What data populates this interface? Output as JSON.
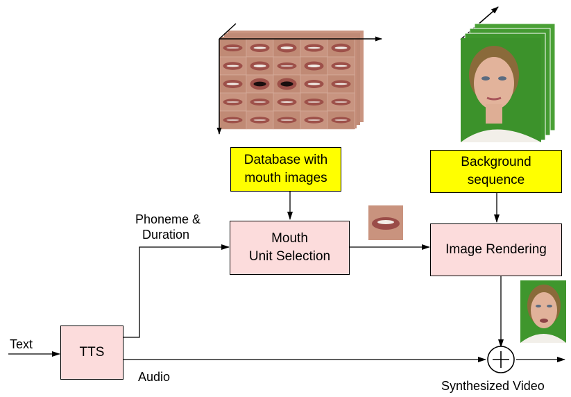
{
  "boxes": {
    "database": {
      "line1": "Database with",
      "line2": "mouth images"
    },
    "background": {
      "line1": "Background",
      "line2": "sequence"
    },
    "mouth": {
      "line1": "Mouth",
      "line2": "Unit Selection"
    },
    "rendering": {
      "label": "Image Rendering"
    },
    "tts": {
      "label": "TTS"
    }
  },
  "labels": {
    "text_input": "Text",
    "phoneme_line1": "Phoneme &",
    "phoneme_line2": "Duration",
    "audio": "Audio",
    "synthesized_video": "Synthesized Video"
  },
  "colors": {
    "process_box": "#fcdcdc",
    "data_box": "#ffff00",
    "green_screen": "#3f9a2e",
    "skin": "#c98f78"
  },
  "icons": {
    "mouth_grid": "mouth-images-grid",
    "face_sequence": "face-frames-stack",
    "single_mouth": "mouth-sample-image",
    "output_face": "synthesized-face-frame",
    "adder": "circle-plus-icon"
  }
}
